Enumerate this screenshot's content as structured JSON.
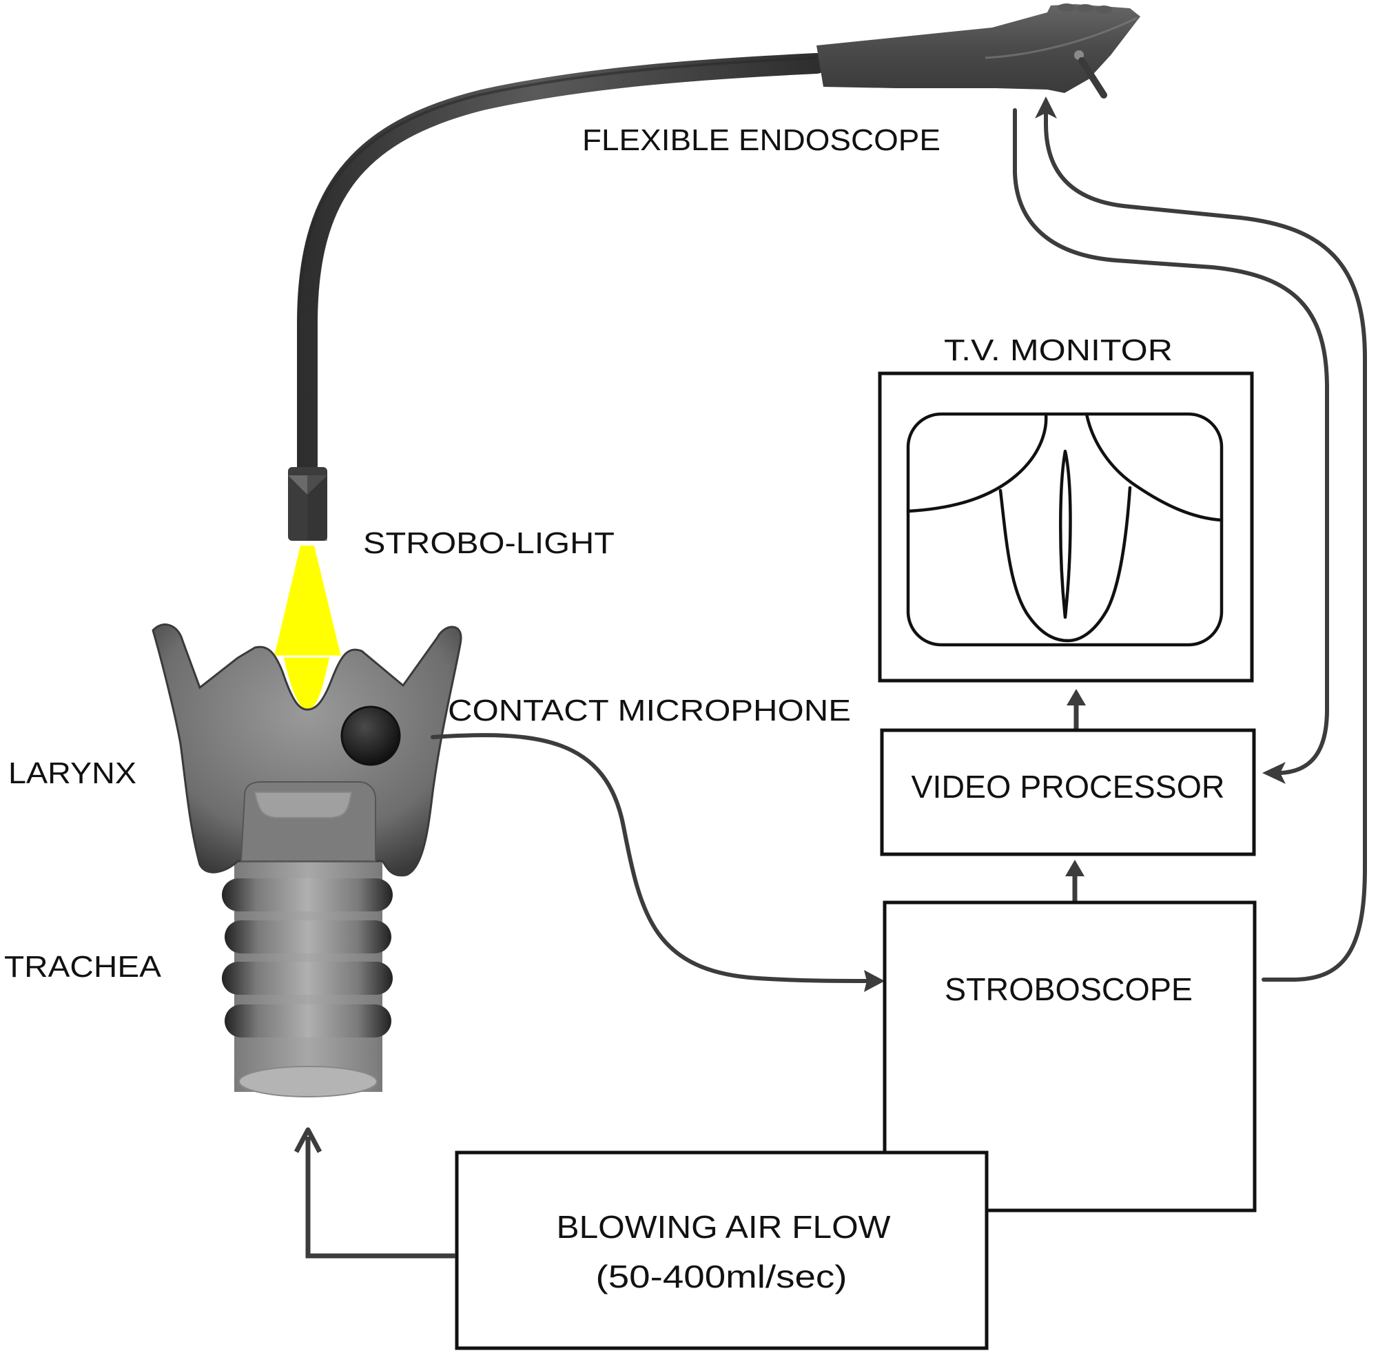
{
  "diagram": {
    "title": "Stroboscopy setup",
    "labels": {
      "flexible_endoscope": "FLEXIBLE ENDOSCOPE",
      "strobo_light": "STROBO-LIGHT",
      "contact_microphone": "CONTACT MICROPHONE",
      "larynx": "LARYNX",
      "trachea": "TRACHEA",
      "tv_monitor": "T.V. MONITOR"
    },
    "boxes": {
      "video_processor": "VIDEO PROCESSOR",
      "stroboscope": "STROBOSCOPE",
      "air_flow_line1": "BLOWING AIR FLOW",
      "air_flow_line2": "(50-400ml/sec)"
    },
    "colors": {
      "light_beam": "#ffff00",
      "device": "#4a4a4a",
      "line": "#3c3c3c",
      "outline": "#111111"
    },
    "connections": [
      {
        "from": "CONTACT MICROPHONE",
        "to": "STROBOSCOPE"
      },
      {
        "from": "STROBOSCOPE",
        "to": "VIDEO PROCESSOR"
      },
      {
        "from": "VIDEO PROCESSOR",
        "to": "T.V. MONITOR"
      },
      {
        "from": "STROBOSCOPE",
        "to": "FLEXIBLE ENDOSCOPE"
      },
      {
        "from": "FLEXIBLE ENDOSCOPE",
        "to": "VIDEO PROCESSOR"
      },
      {
        "from": "BLOWING AIR FLOW",
        "to": "TRACHEA"
      }
    ]
  }
}
